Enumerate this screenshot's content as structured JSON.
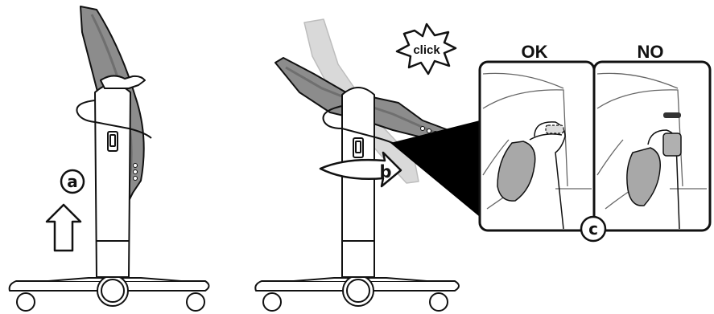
{
  "labels": {
    "step_a": "a",
    "step_b": "b",
    "step_c": "c",
    "click": "click",
    "ok": "OK",
    "no": "NO"
  },
  "colors": {
    "outline": "#111111",
    "seat_fabric": "#8c8c8c",
    "seat_fabric_dark": "#6f6f6f",
    "faded_seat": "#d9d9d9",
    "detail_panel_line": "#666666",
    "pointer_wedge": "#000000",
    "background": "#ffffff"
  },
  "icons": {
    "arrow_up": "up-arrow-icon",
    "rotate_arrow": "curved-rotate-arrow-icon",
    "click_burst": "starburst-icon"
  }
}
